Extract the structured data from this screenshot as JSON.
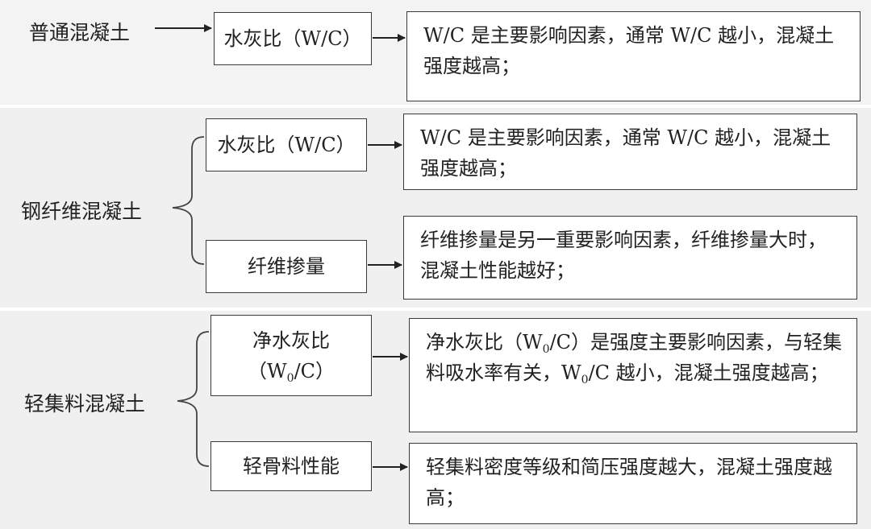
{
  "groups": [
    {
      "label": "普通混凝土",
      "factors": [
        {
          "name": "水灰比（W/C）",
          "description": "W/C 是主要影响因素，通常 W/C 越小，混凝土强度越高；"
        }
      ]
    },
    {
      "label": "钢纤维混凝土",
      "factors": [
        {
          "name": "水灰比（W/C）",
          "description": "W/C 是主要影响因素，通常 W/C 越小，混凝土强度越高；"
        },
        {
          "name": "纤维掺量",
          "description": "纤维掺量是另一重要影响因素，纤维掺量大时，混凝土性能越好；"
        }
      ]
    },
    {
      "label": "轻集料混凝土",
      "factors": [
        {
          "name_line1": "净水灰比",
          "name_line2_pre": "（W",
          "name_line2_sub": "0",
          "name_line2_post": "/C）",
          "desc_pre": "净水灰比（W",
          "desc_sub": "0",
          "desc_mid": "/C）是强度主要影响因素，与轻集料吸水率有关，W",
          "desc_sub2": "0",
          "desc_post": "/C 越小，混凝土强度越高；"
        },
        {
          "name": "轻骨料性能",
          "description": "轻集料密度等级和简压强度越大，混凝土强度越高；"
        }
      ]
    }
  ]
}
